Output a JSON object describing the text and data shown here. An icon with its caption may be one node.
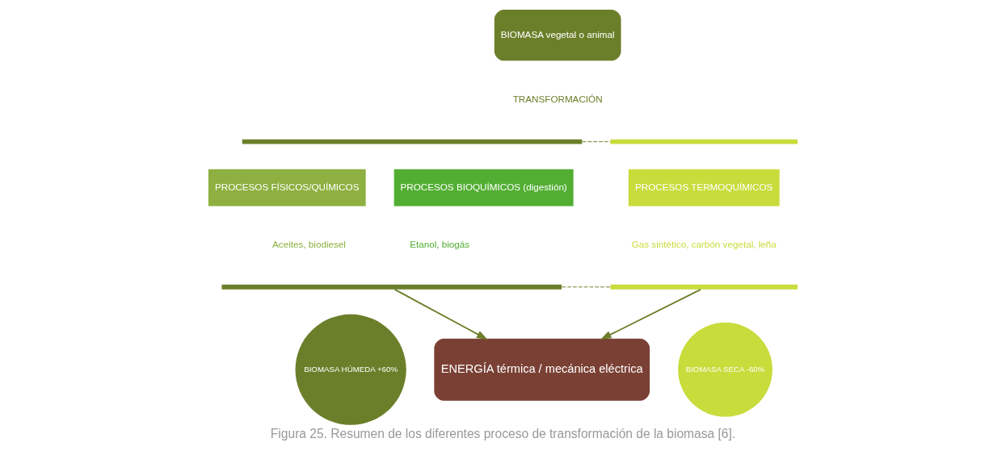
{
  "diagram": {
    "caption": "Figura 25. Resumen de los diferentes proceso de transformación de la biomasa [6].",
    "nodes": [
      {
        "text": [
          "BIOMASA vegetal o animal"
        ]
      },
      {
        "text": [
          "TRANSFORMACIÓN"
        ]
      },
      {
        "text": [],
        "shape": "bar"
      },
      {
        "text": [],
        "shape": "bar"
      },
      {
        "text": [
          "PROCESOS FÍSICOS/QUÍMICOS"
        ]
      },
      {
        "text": [
          "PROCESOS BIOQUÍMICOS (digestión)"
        ]
      },
      {
        "text": [
          "PROCESOS TERMOQUÍMICOS"
        ]
      },
      {
        "text": [
          "Aceites, biodiesel"
        ]
      },
      {
        "text": [
          "Etanol, biogás"
        ]
      },
      {
        "text": [
          "Gas sintético, carbón vegetal, leña"
        ]
      },
      {
        "text": [],
        "shape": "bar"
      },
      {
        "text": [],
        "shape": "bar"
      },
      {
        "text": [
          "BIOMASA HÚMEDA +60%"
        ]
      },
      {
        "text": [
          "ENERGÍA térmica / mecánica eléctrica"
        ]
      },
      {
        "text": [
          "BIOMASA SECA -60%"
        ]
      }
    ],
    "edges": [
      {
        "from": 2,
        "to": 3,
        "arrow": "none",
        "style": "dashed"
      },
      {
        "from": 10,
        "to": 11,
        "arrow": "none",
        "style": "dashed"
      },
      {
        "from": 10,
        "to": 13,
        "arrow": "to"
      },
      {
        "from": 11,
        "to": 13,
        "arrow": "to"
      }
    ]
  }
}
